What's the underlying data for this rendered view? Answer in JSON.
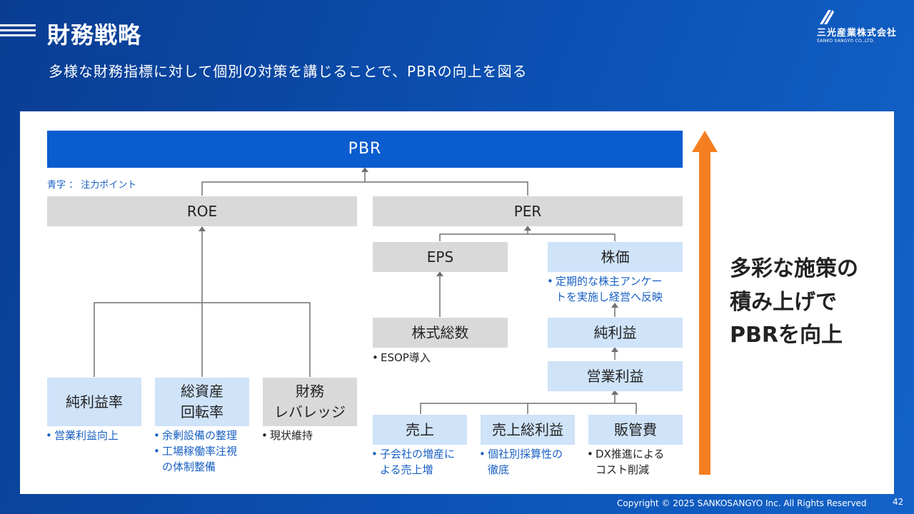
{
  "header": {
    "title": "財務戦略",
    "subtitle": "多様な財務指標に対して個別の対策を講じることで、PBRの向上を図る"
  },
  "logo": {
    "name": "三光産業株式会社",
    "english": "SANKO SANGYO CO.,LTD."
  },
  "diagram": {
    "legend": "青字 ： 注力ポイント",
    "pbr": "PBR",
    "roe": "ROE",
    "per": "PER",
    "eps": "EPS",
    "stock_price": "株価",
    "stock_price_note": [
      "定期的な株主アンケー",
      "トを実施し経営へ反映"
    ],
    "shares": "株式総数",
    "shares_note": "ESOP導入",
    "net_income": "純利益",
    "operating_income": "営業利益",
    "net_margin": "純利益率",
    "net_margin_note": "営業利益向上",
    "asset_turnover": [
      "総資産",
      "回転率"
    ],
    "asset_turnover_notes": [
      "余剰設備の整理",
      "工場稼働率注視",
      "の体制整備"
    ],
    "leverage": [
      "財務",
      "レバレッジ"
    ],
    "leverage_note": "現状維持",
    "sales": "売上",
    "sales_note": [
      "子会社の増産に",
      "よる売上増"
    ],
    "gross_profit": "売上総利益",
    "gross_profit_note": [
      "個社別採算性の",
      "徹底"
    ],
    "sga": "販管費",
    "sga_note": [
      "DX推進による",
      "コスト削減"
    ],
    "bullet": "•"
  },
  "slogan": [
    "多彩な施策の",
    "積み上げで",
    "PBRを向上"
  ],
  "footer": {
    "copyright": "Copyright © 2025  SANKOSANGYO Inc. All Rights Reserved",
    "page": "42"
  },
  "colors": {
    "primary_blue": "#0a5ccf",
    "focus_text": "#1860c4",
    "light_box": "#cfe3f9",
    "gray_box": "#d9d9d9",
    "arrow": "#f57f20"
  }
}
